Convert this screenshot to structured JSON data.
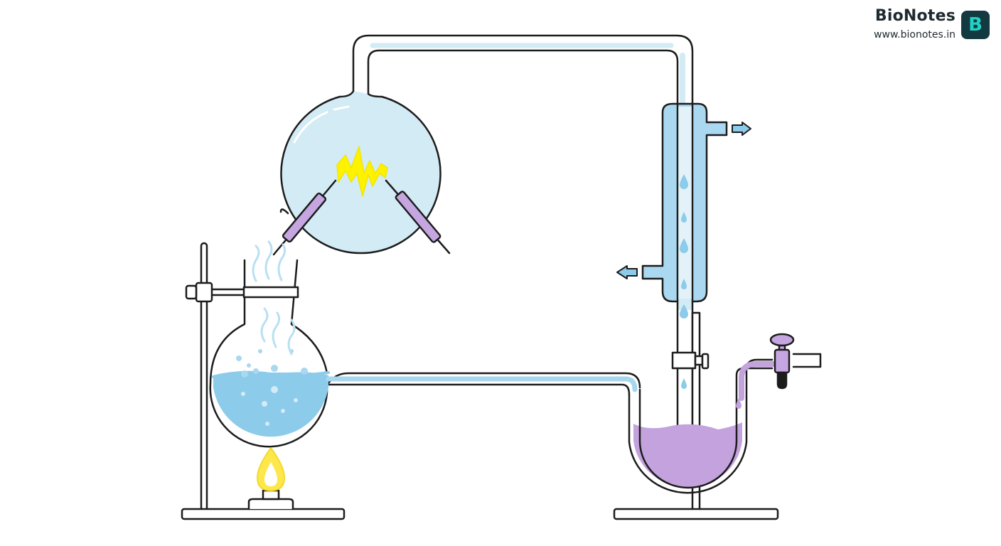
{
  "brand": {
    "name": "BioNotes",
    "url": "www.bionotes.in",
    "logo_letter": "B"
  },
  "colors": {
    "water": "#8ccbea",
    "water_light": "#d3ebf5",
    "condenser": "#a9d8f0",
    "electrode": "#c5a6e0",
    "product": "#c3a2dd",
    "spark": "#fff200",
    "flame": "#fde84b",
    "outline": "#1c1c1c"
  },
  "icons": {
    "spark": "lightning-spark-icon",
    "flame": "burner-flame-icon",
    "arrow_out": "arrow-right-icon",
    "arrow_in": "arrow-left-icon",
    "drop": "water-drop-icon"
  }
}
